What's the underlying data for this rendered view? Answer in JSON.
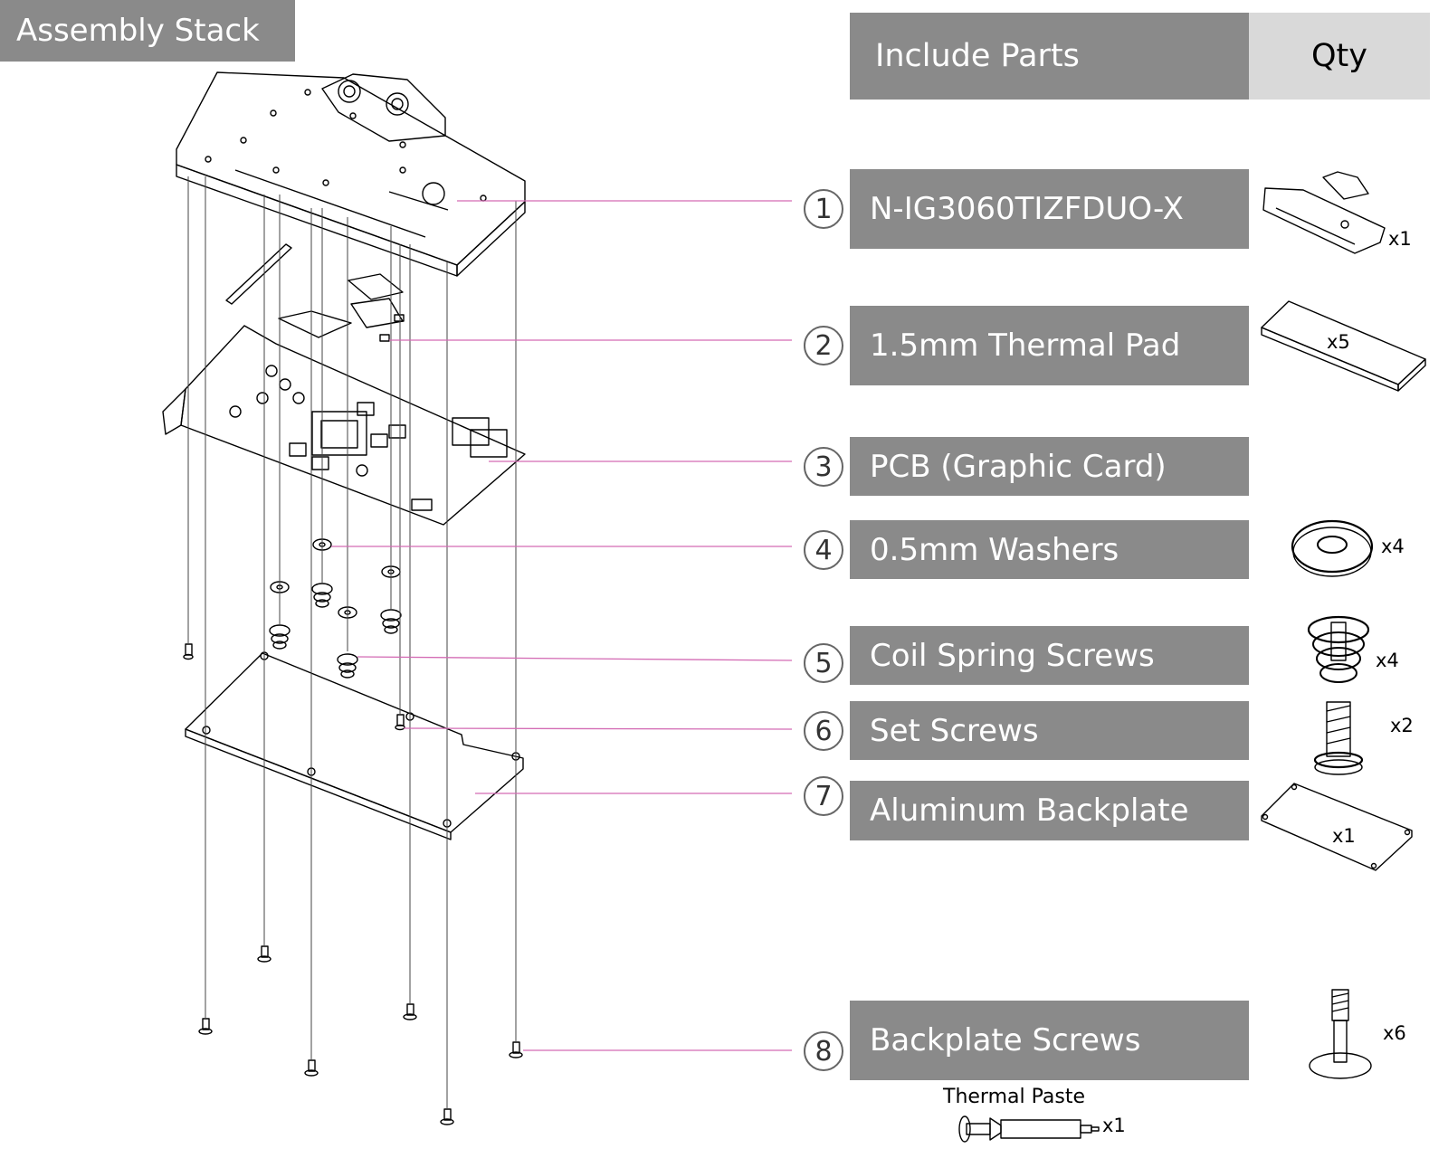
{
  "title": "Assembly Stack",
  "table": {
    "header_parts": "Include Parts",
    "header_qty": "Qty"
  },
  "parts": [
    {
      "num": "1",
      "label": "N-IG3060TIZFDUO-X",
      "qty": "x1"
    },
    {
      "num": "2",
      "label": "1.5mm Thermal Pad",
      "qty": "x5"
    },
    {
      "num": "3",
      "label": "PCB (Graphic Card)",
      "qty": ""
    },
    {
      "num": "4",
      "label": "0.5mm Washers",
      "qty": "x4"
    },
    {
      "num": "5",
      "label": "Coil Spring Screws",
      "qty": "x4"
    },
    {
      "num": "6",
      "label": "Set Screws",
      "qty": "x2"
    },
    {
      "num": "7",
      "label": "Aluminum Backplate",
      "qty": "x1"
    },
    {
      "num": "8",
      "label": "Backplate Screws",
      "qty": "x6"
    }
  ],
  "thermal_paste": {
    "label": "Thermal Paste",
    "qty": "x1"
  },
  "colors": {
    "label_bg": "#8a8a8a",
    "qty_header_bg": "#d9d9d9",
    "leader_line": "#d36bb4"
  },
  "icons": [
    "waterblock-icon",
    "thermal-pad-icon",
    "washer-icon",
    "coil-spring-screw-icon",
    "set-screw-icon",
    "backplate-icon",
    "backplate-screw-icon",
    "thermal-paste-syringe-icon"
  ]
}
